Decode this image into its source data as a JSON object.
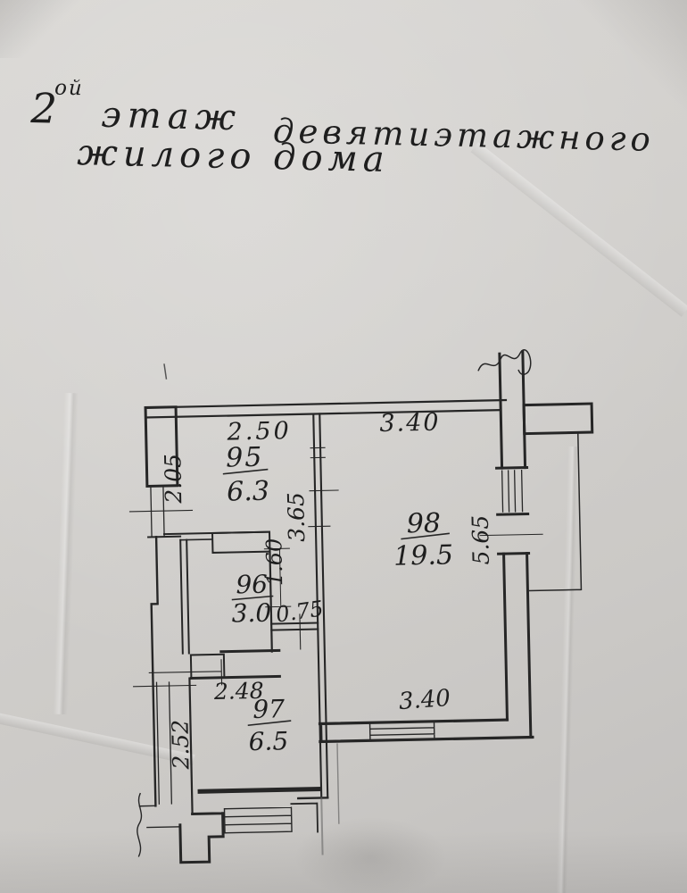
{
  "title": {
    "floor_number": "2",
    "floor_suffix": "ой",
    "word_floor": "этаж",
    "word_building": "девятиэтажного",
    "line2": "жилого дома"
  },
  "plan": {
    "rooms": [
      {
        "number": "95",
        "area": "6.3"
      },
      {
        "number": "96",
        "area": "3.0"
      },
      {
        "number": "97",
        "area": "6.5"
      },
      {
        "number": "98",
        "area": "19.5"
      }
    ],
    "dimensions": {
      "room95_width_top": "2.50",
      "room98_width_top": "3.40",
      "room95_window_left": "2.05",
      "corridor_length": "3.65",
      "room96_width": "1.60",
      "corridor_width": "0.75",
      "room97_width": "2.48",
      "room97_window_left": "2.52",
      "room98_depth_right": "5.65",
      "room98_window_bottom": "3.40"
    }
  },
  "colors": {
    "paper": "#d2d0cd",
    "ink": "#262626"
  }
}
